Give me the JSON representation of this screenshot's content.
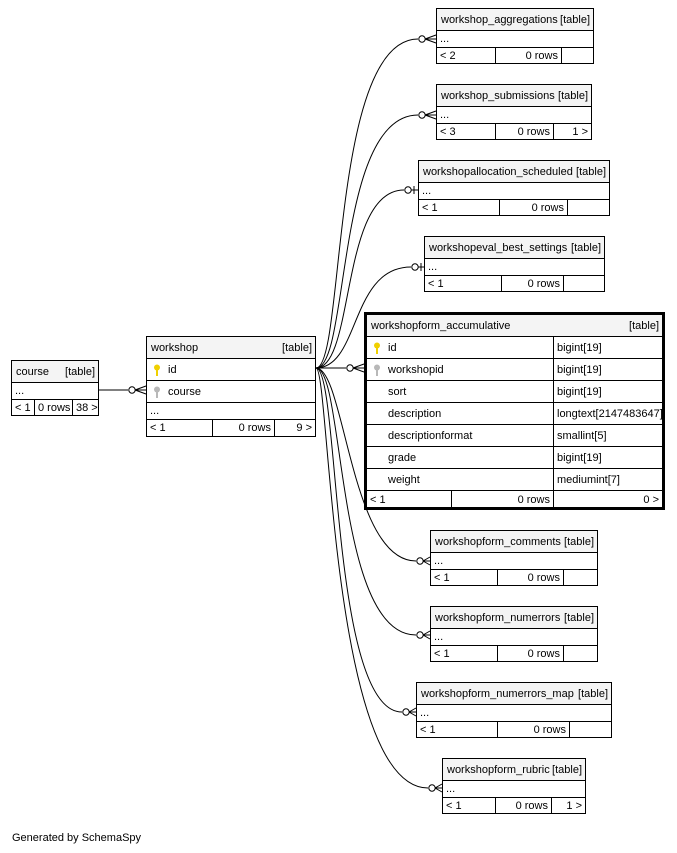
{
  "footer": "Generated by SchemaSpy",
  "tables": {
    "course": {
      "name": "course",
      "kind": "[table]",
      "ellipsis": "...",
      "parents": "< 1",
      "rows": "0 rows",
      "children": "38 >"
    },
    "workshop": {
      "name": "workshop",
      "kind": "[table]",
      "columns": [
        {
          "name": "id",
          "key": "primary"
        },
        {
          "name": "course",
          "key": "foreign"
        }
      ],
      "ellipsis": "...",
      "parents": "< 1",
      "rows": "0 rows",
      "children": "9 >"
    },
    "workshop_aggregations": {
      "name": "workshop_aggregations",
      "kind": "[table]",
      "ellipsis": "...",
      "parents": "< 2",
      "rows": "0 rows",
      "children": ""
    },
    "workshop_submissions": {
      "name": "workshop_submissions",
      "kind": "[table]",
      "ellipsis": "...",
      "parents": "< 3",
      "rows": "0 rows",
      "children": "1 >"
    },
    "workshopallocation_scheduled": {
      "name": "workshopallocation_scheduled",
      "kind": "[table]",
      "ellipsis": "...",
      "parents": "< 1",
      "rows": "0 rows",
      "children": ""
    },
    "workshopeval_best_settings": {
      "name": "workshopeval_best_settings",
      "kind": "[table]",
      "ellipsis": "...",
      "parents": "< 1",
      "rows": "0 rows",
      "children": ""
    },
    "workshopform_accumulative": {
      "name": "workshopform_accumulative",
      "kind": "[table]",
      "columns": [
        {
          "name": "id",
          "type": "bigint[19]",
          "key": "primary"
        },
        {
          "name": "workshopid",
          "type": "bigint[19]",
          "key": "foreign"
        },
        {
          "name": "sort",
          "type": "bigint[19]",
          "key": ""
        },
        {
          "name": "description",
          "type": "longtext[2147483647]",
          "key": ""
        },
        {
          "name": "descriptionformat",
          "type": "smallint[5]",
          "key": ""
        },
        {
          "name": "grade",
          "type": "bigint[19]",
          "key": ""
        },
        {
          "name": "weight",
          "type": "mediumint[7]",
          "key": ""
        }
      ],
      "parents": "< 1",
      "rows": "0 rows",
      "children": "0 >"
    },
    "workshopform_comments": {
      "name": "workshopform_comments",
      "kind": "[table]",
      "ellipsis": "...",
      "parents": "< 1",
      "rows": "0 rows",
      "children": ""
    },
    "workshopform_numerrors": {
      "name": "workshopform_numerrors",
      "kind": "[table]",
      "ellipsis": "...",
      "parents": "< 1",
      "rows": "0 rows",
      "children": ""
    },
    "workshopform_numerrors_map": {
      "name": "workshopform_numerrors_map",
      "kind": "[table]",
      "ellipsis": "...",
      "parents": "< 1",
      "rows": "0 rows",
      "children": ""
    },
    "workshopform_rubric": {
      "name": "workshopform_rubric",
      "kind": "[table]",
      "ellipsis": "...",
      "parents": "< 1",
      "rows": "0 rows",
      "children": "1 >"
    }
  },
  "colors": {
    "primary_key": "#f0d000",
    "foreign_key": "#b8b8b8",
    "header_bg": "#f4f4f4",
    "line": "#000000"
  },
  "relationships": [
    {
      "from": "course",
      "to": "workshop",
      "child_end": "zero-or-many"
    },
    {
      "from": "workshop",
      "to": "workshop_aggregations",
      "child_end": "zero-or-many"
    },
    {
      "from": "workshop",
      "to": "workshop_submissions",
      "child_end": "zero-or-many"
    },
    {
      "from": "workshop",
      "to": "workshopallocation_scheduled",
      "child_end": "zero-or-one"
    },
    {
      "from": "workshop",
      "to": "workshopeval_best_settings",
      "child_end": "zero-or-one"
    },
    {
      "from": "workshop",
      "to": "workshopform_accumulative",
      "child_end": "zero-or-many"
    },
    {
      "from": "workshop",
      "to": "workshopform_comments",
      "child_end": "zero-or-many"
    },
    {
      "from": "workshop",
      "to": "workshopform_numerrors",
      "child_end": "zero-or-many"
    },
    {
      "from": "workshop",
      "to": "workshopform_numerrors_map",
      "child_end": "zero-or-many"
    },
    {
      "from": "workshop",
      "to": "workshopform_rubric",
      "child_end": "zero-or-many"
    }
  ]
}
